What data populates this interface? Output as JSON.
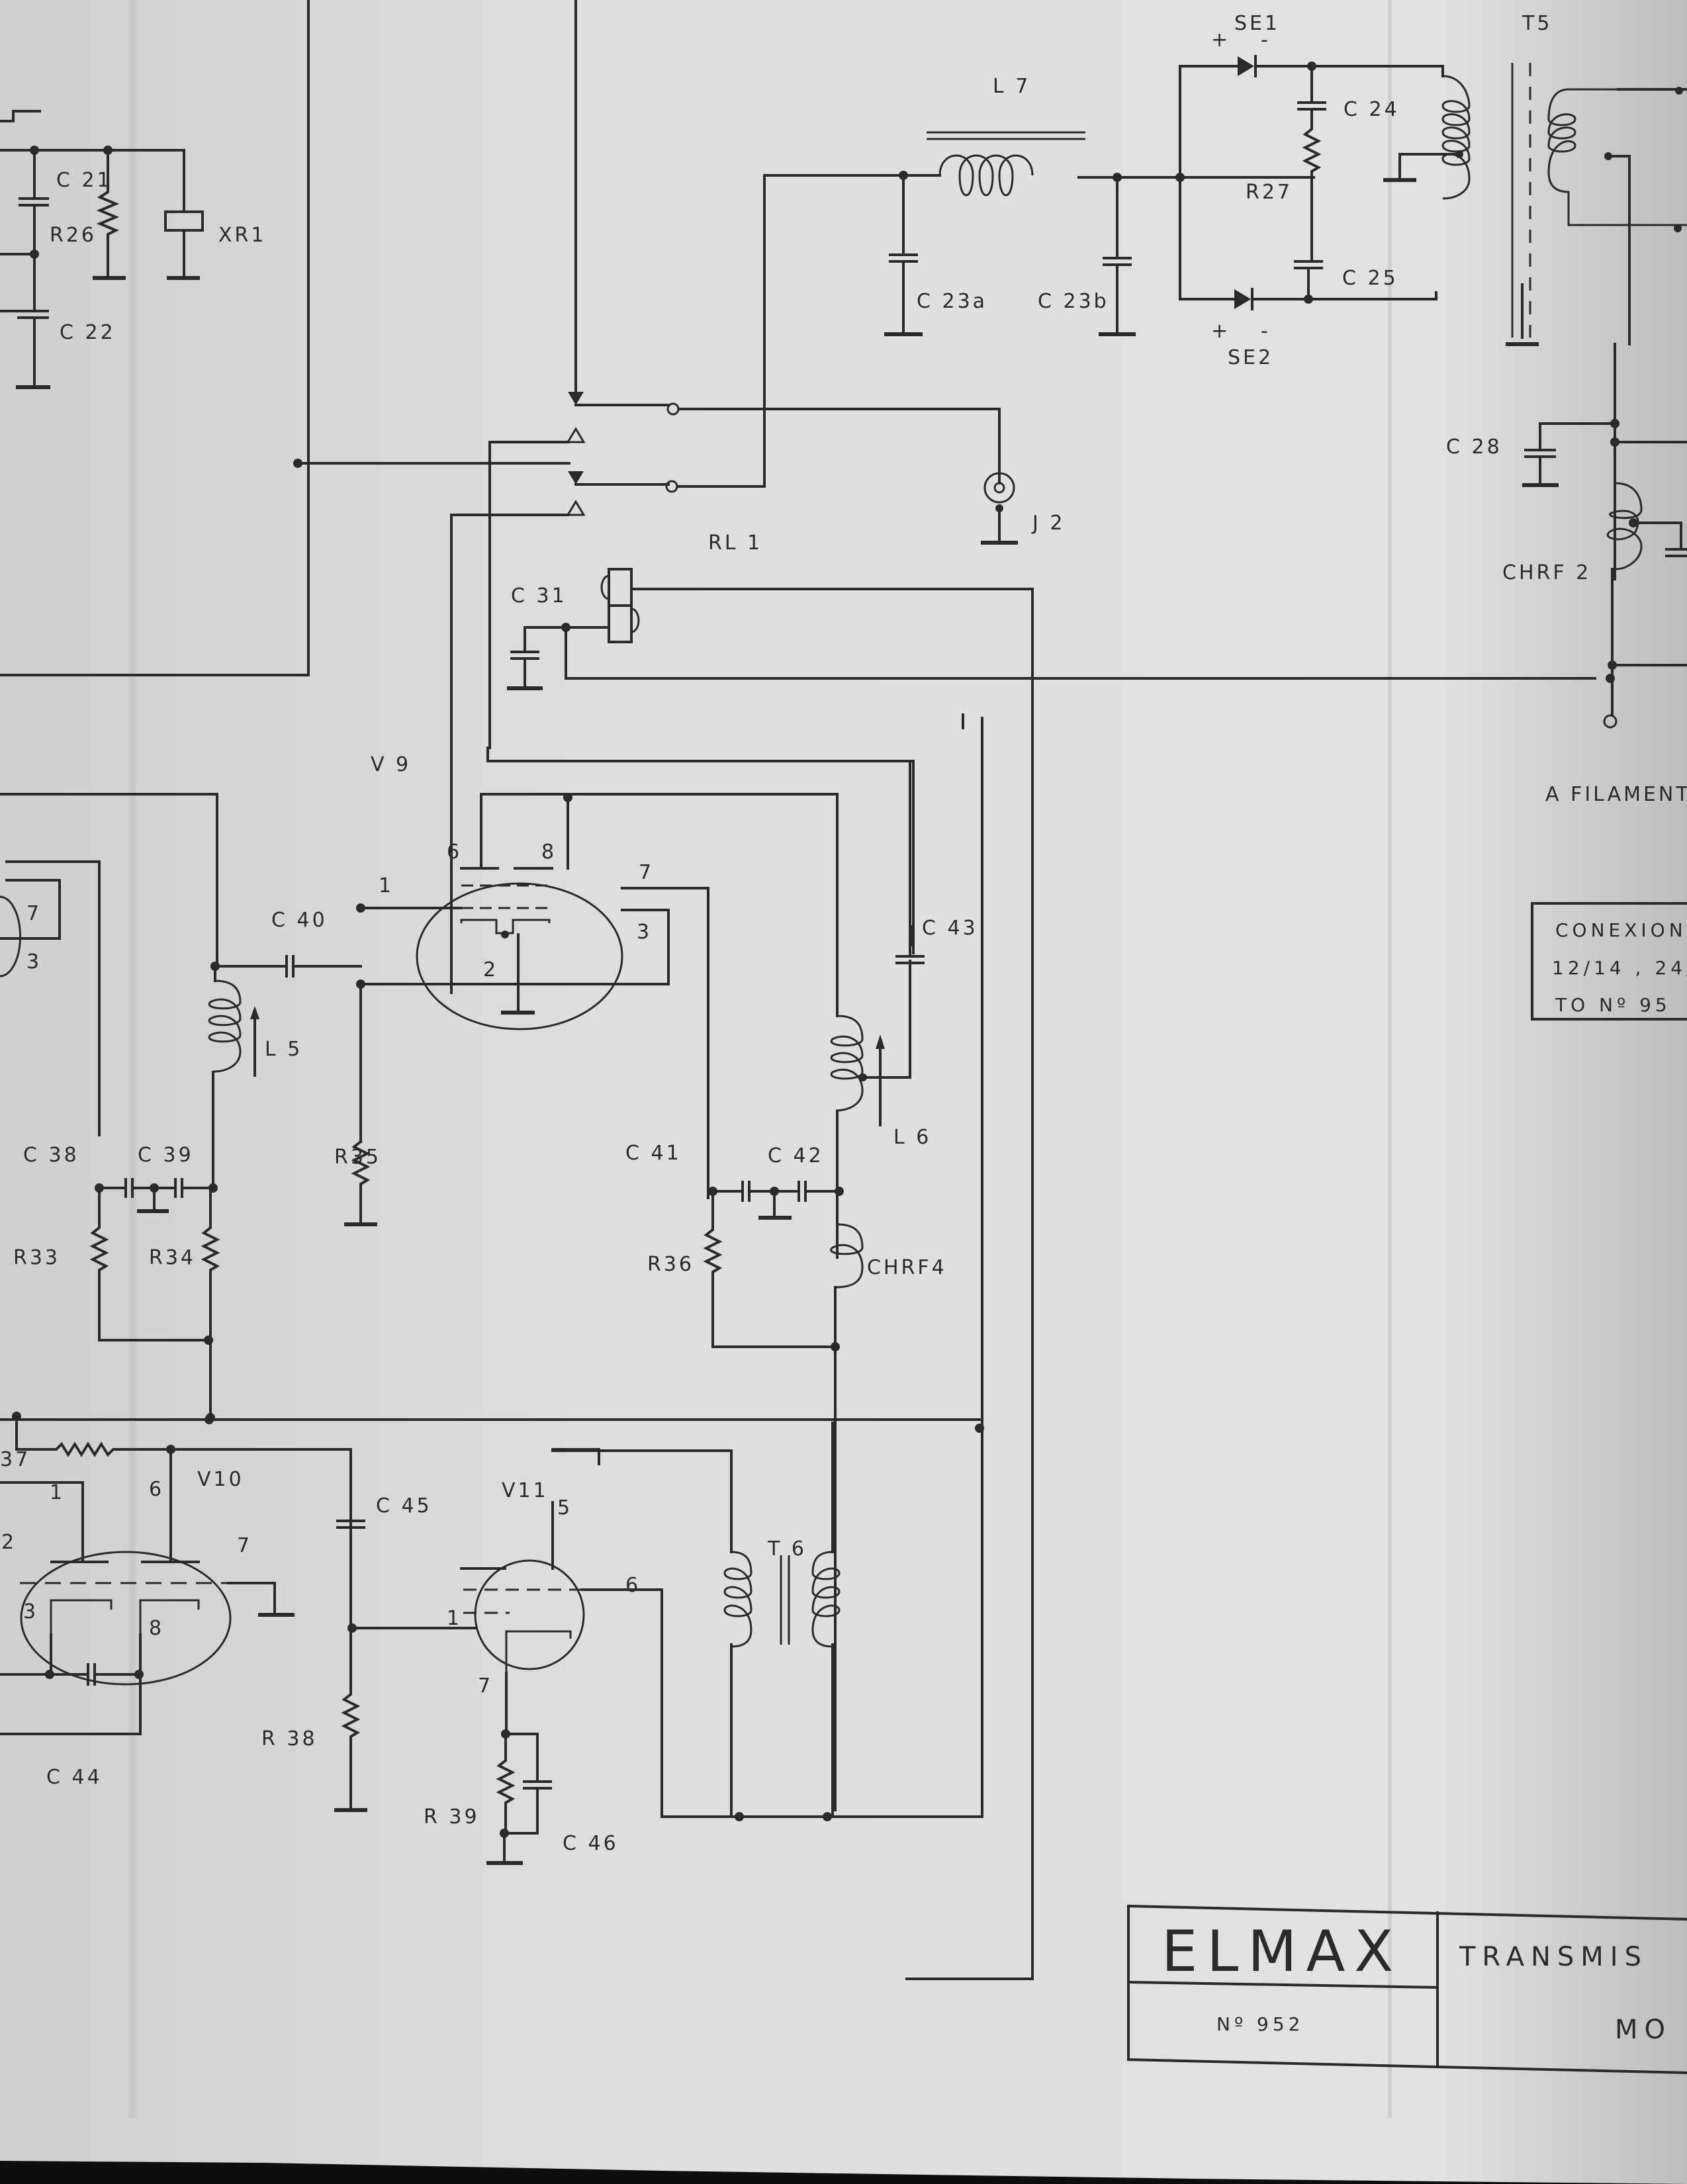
{
  "document": {
    "type": "schematic",
    "brand": "ELMAX",
    "drawing_number": "Nº 952",
    "title_partial": "TRANSMIS",
    "subtitle_partial": "MO",
    "note_box": {
      "lines": [
        "CONEXION",
        "12/14 , 24/",
        "TO Nº 95"
      ]
    },
    "output_label": "A FILAMENT"
  },
  "components": {
    "C21": "C 21",
    "C22": "C 22",
    "R26": "R26",
    "XR1": "XR1",
    "L7": "L 7",
    "C23a": "C 23a",
    "C23b": "C 23b",
    "SE1": "SE1",
    "SE2": "SE2",
    "C24": "C 24",
    "C25": "C 25",
    "R27": "R27",
    "T5": "T5",
    "C28": "C 28",
    "CHRF2": "CHRF 2",
    "J2": "J 2",
    "RL1": "RL 1",
    "C31": "C 31",
    "V9": "V 9",
    "C40": "C 40",
    "C43": "C 43",
    "L5": "L 5",
    "L6": "L 6",
    "C38": "C 38",
    "C39": "C 39",
    "R33": "R33",
    "R34": "R34",
    "R35": "R35",
    "C41": "C 41",
    "C42": "C 42",
    "R36": "R36",
    "CHRF4": "CHRF4",
    "R37": "37",
    "V10": "V10",
    "C44": "C 44",
    "C45": "C 45",
    "R38": "R 38",
    "V11": "V11",
    "T6": "T 6",
    "R39": "R 39",
    "C46": "C 46"
  },
  "polarity": {
    "plus": "+",
    "minus": "-"
  },
  "pins": {
    "V9": {
      "p6": "6",
      "p8": "8",
      "p1": "1",
      "p7": "7",
      "p3": "3",
      "p2": "2"
    },
    "Vleft": {
      "p7": "7",
      "p3": "3"
    },
    "V10": {
      "p1": "1",
      "p6": "6",
      "p2": "2",
      "p7": "7",
      "p3": "3",
      "p8": "8"
    },
    "V11": {
      "p5": "5",
      "p1": "1",
      "p6": "6",
      "p7": "7"
    }
  }
}
